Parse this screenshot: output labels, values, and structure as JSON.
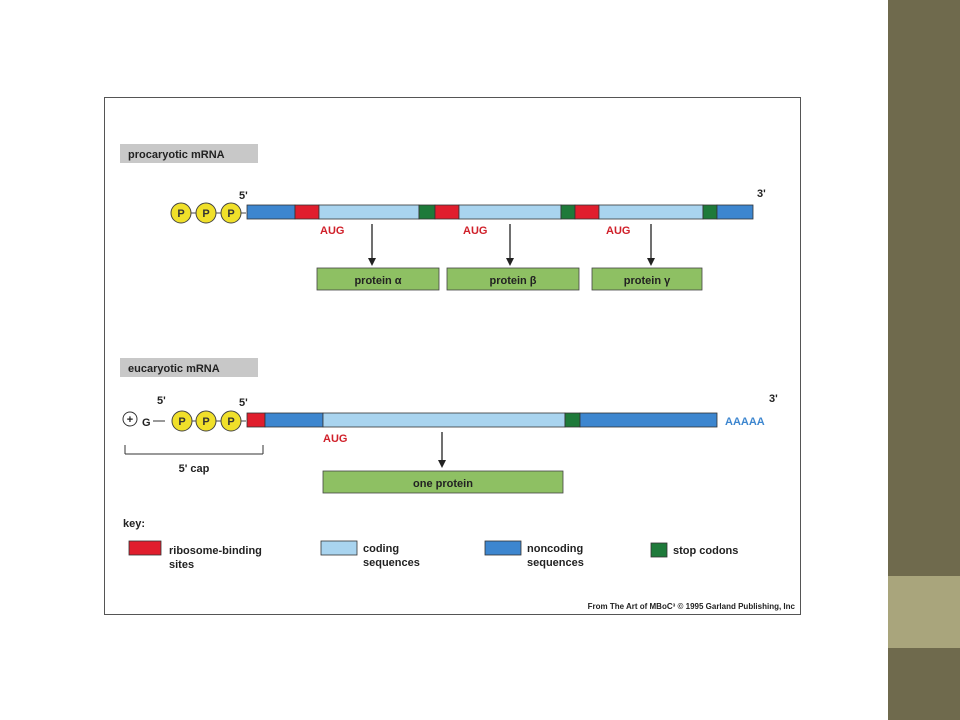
{
  "colors": {
    "ribosome": "#e01e2d",
    "coding": "#a9d4ef",
    "noncoding": "#3d86cf",
    "stop": "#1e7a3a",
    "protein": "#8ec063",
    "phosphate": "#f0e02a",
    "aug": "#d0202a",
    "polyA": "#3d86cf",
    "label_box": "#c8c8c8",
    "sidebar": "#6f6a4d",
    "sidebar_accent": "#a9a57c"
  },
  "procaryotic": {
    "title": "procaryotic mRNA",
    "end5": "5'",
    "end3": "3'",
    "phosphate_letter": "P",
    "aug_labels": [
      "AUG",
      "AUG",
      "AUG"
    ],
    "proteins": [
      "protein α",
      "protein β",
      "protein γ"
    ]
  },
  "eucaryotic": {
    "title": "eucaryotic mRNA",
    "charge": "+",
    "g_label": "G",
    "cap_5prime_left": "5'",
    "end5": "5'",
    "end3": "3'",
    "phosphate_letter": "P",
    "aug_label": "AUG",
    "poly_a": "AAAAA",
    "cap_label": "5' cap",
    "protein": "one protein"
  },
  "key": {
    "title": "key:",
    "items": [
      {
        "name": "ribosome",
        "line1": "ribosome-binding",
        "line2": "sites"
      },
      {
        "name": "coding",
        "line1": "coding",
        "line2": "sequences"
      },
      {
        "name": "noncoding",
        "line1": "noncoding",
        "line2": "sequences"
      },
      {
        "name": "stop",
        "line1": "stop codons",
        "line2": ""
      }
    ]
  },
  "credit": "From The Art of MBoC³ © 1995 Garland Publishing, Inc"
}
